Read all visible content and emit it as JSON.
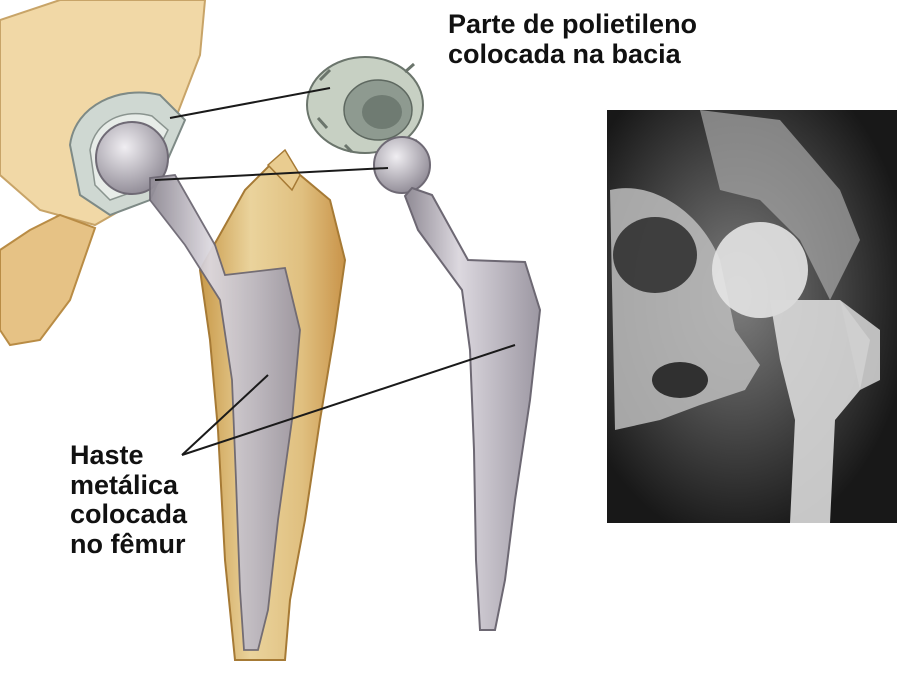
{
  "labels": {
    "polyethylene": {
      "line1": "Parte de polietileno",
      "line2": "colocada na bacia"
    },
    "stem": {
      "line1": "Haste",
      "line2": "metálica",
      "line3": "colocada",
      "line4": "no fêmur"
    }
  },
  "colors": {
    "bone": "#e8cf94",
    "bone_dark": "#c99a4a",
    "pelvis": "#f1d8a6",
    "implant_metal": "#b9b4bd",
    "implant_light": "#dcd8df",
    "polyethylene_cup": "#c7d0c3",
    "xray_bg": "#111111",
    "xray_bone": "#d9d9d9",
    "leader_lines": "#1a1a1a"
  }
}
